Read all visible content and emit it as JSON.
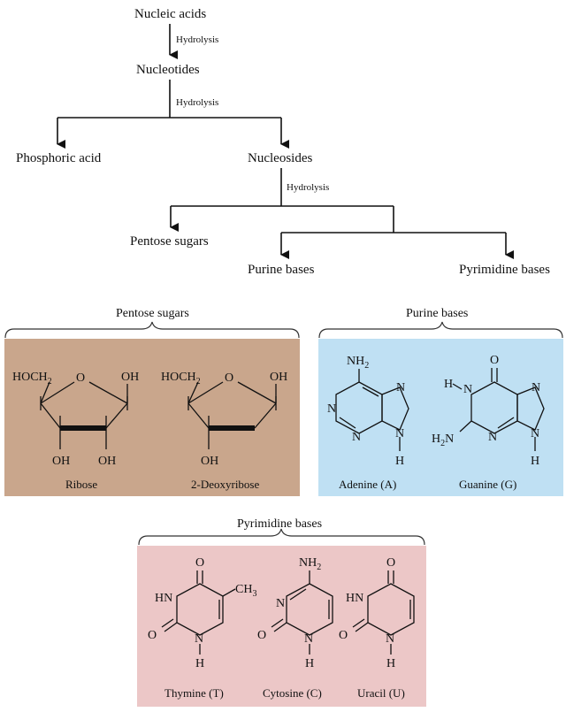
{
  "flow": {
    "nucleic_acids": "Nucleic acids",
    "hydrolysis_1": "Hydrolysis",
    "nucleotides": "Nucleotides",
    "hydrolysis_2": "Hydrolysis",
    "phosphoric_acid": "Phosphoric acid",
    "nucleosides": "Nucleosides",
    "hydrolysis_3": "Hydrolysis",
    "pentose_sugars": "Pentose sugars",
    "purine_bases": "Purine bases",
    "pyrimidine_bases": "Pyrimidine bases"
  },
  "panels": {
    "pentose": {
      "header": "Pentose sugars",
      "color": "#c9a68c",
      "ribose_caption": "Ribose",
      "deoxy_caption": "2-Deoxyribose",
      "hoch2": "HOCH",
      "sub2": "2",
      "o": "O",
      "oh": "OH"
    },
    "purine": {
      "header": "Purine bases",
      "color": "#bfe0f3",
      "adenine_caption": "Adenine (A)",
      "guanine_caption": "Guanine (G)",
      "nh": "NH",
      "h2n_h": "H",
      "h2n_n": "N",
      "sub2": "2",
      "n": "N",
      "h": "H",
      "o": "O"
    },
    "pyrimidine": {
      "header": "Pyrimidine bases",
      "color": "#ecc7c7",
      "thymine_caption": "Thymine (T)",
      "cytosine_caption": "Cytosine (C)",
      "uracil_caption": "Uracil (U)",
      "ch": "CH",
      "sub3": "3",
      "hn": "HN",
      "nh": "NH",
      "sub2": "2",
      "n": "N",
      "h": "H",
      "o": "O"
    }
  }
}
